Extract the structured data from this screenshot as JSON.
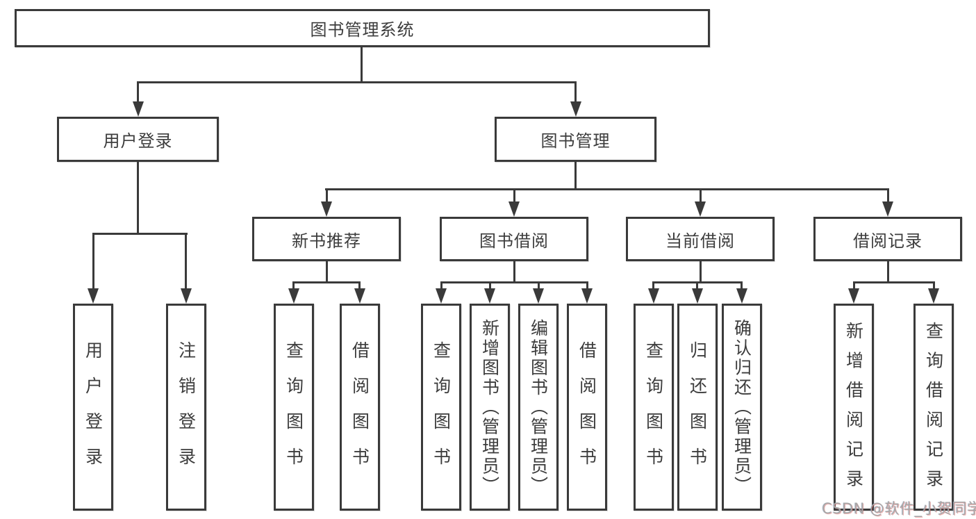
{
  "diagram_title": "图书管理系统",
  "colors": {
    "line": "#3a3a3a",
    "box_border": "#3a3a3a",
    "text": "#3c3c3c",
    "background": "#ffffff",
    "watermark": "#a6a6a6"
  },
  "tree": {
    "label": "图书管理系统",
    "children": [
      {
        "label": "用户登录",
        "children": [
          {
            "label": "用户登录"
          },
          {
            "label": "注销登录"
          }
        ]
      },
      {
        "label": "图书管理",
        "children": [
          {
            "label": "新书推荐",
            "children": [
              {
                "label": "查询图书"
              },
              {
                "label": "借阅图书"
              }
            ]
          },
          {
            "label": "图书借阅",
            "children": [
              {
                "label": "查询图书"
              },
              {
                "label": "新增图书（管理员）"
              },
              {
                "label": "编辑图书（管理员）"
              },
              {
                "label": "借阅图书"
              }
            ]
          },
          {
            "label": "当前借阅",
            "children": [
              {
                "label": "查询图书"
              },
              {
                "label": "归还图书"
              },
              {
                "label": "确认归还（管理员）"
              }
            ]
          },
          {
            "label": "借阅记录",
            "children": [
              {
                "label": "新增借阅记录"
              },
              {
                "label": "查询借阅记录"
              }
            ]
          }
        ]
      }
    ]
  },
  "watermark": {
    "text": "CSDN @软件_小贺同学"
  }
}
